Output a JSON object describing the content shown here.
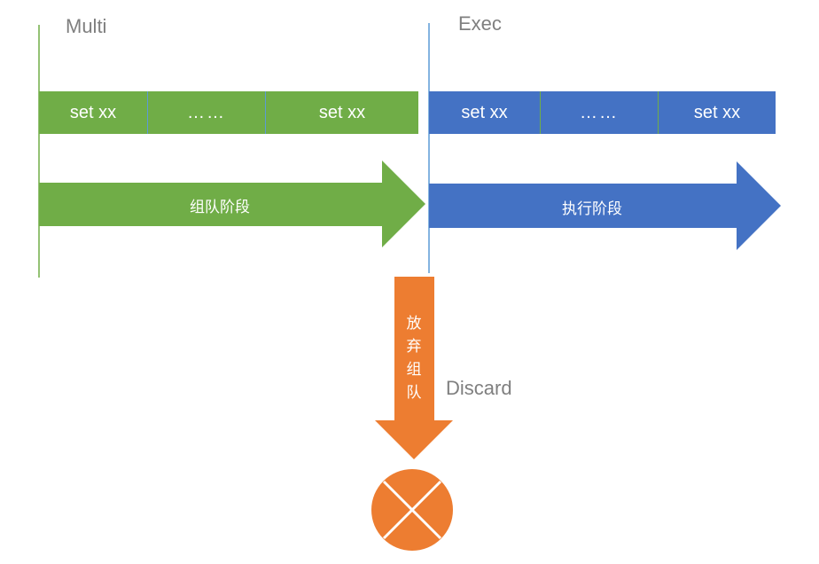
{
  "labels": {
    "multi": "Multi",
    "exec": "Exec",
    "discard": "Discard"
  },
  "multi_bar": {
    "cells": [
      "set xx",
      "……",
      "set xx"
    ],
    "color": "#70ad47"
  },
  "exec_bar": {
    "cells": [
      "set xx",
      "……",
      "set xx"
    ],
    "color": "#4472c4"
  },
  "arrows": {
    "group_phase": "组队阶段",
    "exec_phase": "执行阶段",
    "abandon_chars": [
      "放",
      "弃",
      "组",
      "队"
    ]
  },
  "colors": {
    "green": "#70ad47",
    "blue": "#4472c4",
    "orange": "#ed7d31",
    "line_green": "#70ad47",
    "line_blue": "#5b9bd5",
    "text_gray": "#7f7f7f"
  },
  "icons": {
    "cancel": "circle-x-icon"
  }
}
